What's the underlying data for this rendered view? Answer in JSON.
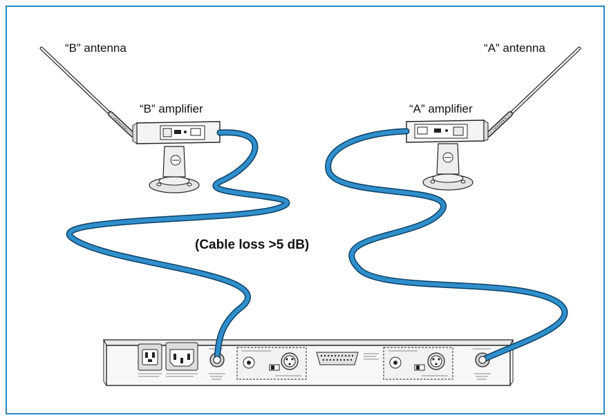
{
  "labels": {
    "b_antenna": "“B” antenna",
    "a_antenna": "“A” antenna",
    "b_amplifier": "“B” amplifier",
    "a_amplifier": "“A” amplifier",
    "cable_loss": "(Cable loss >5 dB)"
  },
  "colors": {
    "frame": "#2a86c4",
    "cable": "#2f8fcb",
    "cable_outline": "#0b3f66",
    "device_fill": "#f4f4f4",
    "device_stroke": "#222222"
  }
}
